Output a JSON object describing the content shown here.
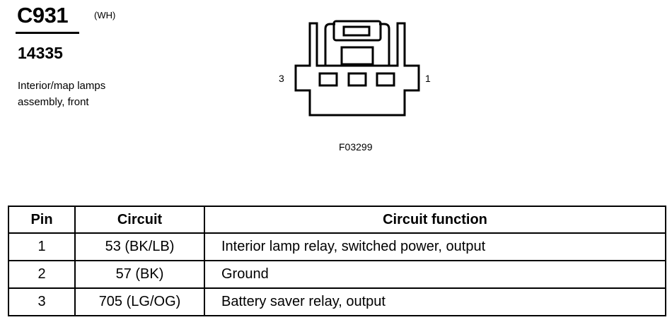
{
  "connector": {
    "id": "C931",
    "color": "(WH)",
    "part_number": "14335",
    "description_line1": "Interior/map lamps",
    "description_line2": "assembly, front"
  },
  "diagram": {
    "pin_label_left": "3",
    "pin_label_right": "1",
    "figure_id": "F03299"
  },
  "table": {
    "headers": {
      "pin": "Pin",
      "circuit": "Circuit",
      "function": "Circuit function"
    },
    "rows": [
      {
        "pin": "1",
        "circuit": "53 (BK/LB)",
        "function": "Interior lamp relay, switched power, output"
      },
      {
        "pin": "2",
        "circuit": "57 (BK)",
        "function": "Ground"
      },
      {
        "pin": "3",
        "circuit": "705 (LG/OG)",
        "function": "Battery saver relay, output"
      }
    ]
  }
}
